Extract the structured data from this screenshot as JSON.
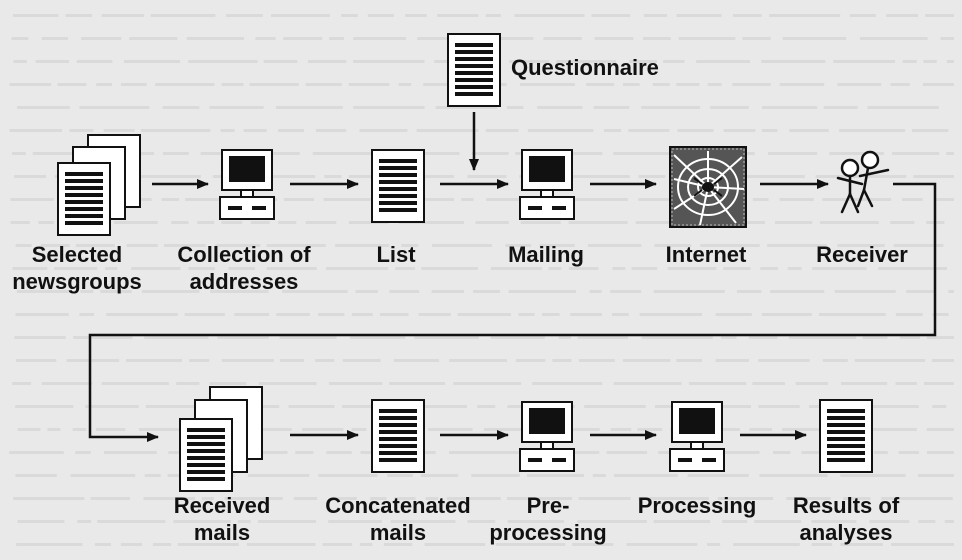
{
  "nodes": {
    "questionnaire": {
      "label": "Questionnaire",
      "icon": "document-icon"
    },
    "selected_newsgroups": {
      "label": "Selected\nnewsgroups",
      "icon": "document-stack-icon"
    },
    "collection": {
      "label": "Collection of\naddresses",
      "icon": "computer-icon"
    },
    "list": {
      "label": "List",
      "icon": "document-icon"
    },
    "mailing": {
      "label": "Mailing",
      "icon": "computer-icon"
    },
    "internet": {
      "label": "Internet",
      "icon": "spider-web-icon"
    },
    "receiver": {
      "label": "Receiver",
      "icon": "people-icon"
    },
    "received_mails": {
      "label": "Received\nmails",
      "icon": "document-stack-icon"
    },
    "concatenated": {
      "label": "Concatenated\nmails",
      "icon": "document-icon"
    },
    "preprocessing": {
      "label": "Pre-\nprocessing",
      "icon": "computer-icon"
    },
    "processing": {
      "label": "Processing",
      "icon": "computer-icon"
    },
    "results": {
      "label": "Results of\nanalyses",
      "icon": "document-icon"
    }
  },
  "colors": {
    "background": "#e9e9e9",
    "ink": "#111111",
    "icon_fill": "#ffffff",
    "faint_text": "#c8c8c8"
  }
}
